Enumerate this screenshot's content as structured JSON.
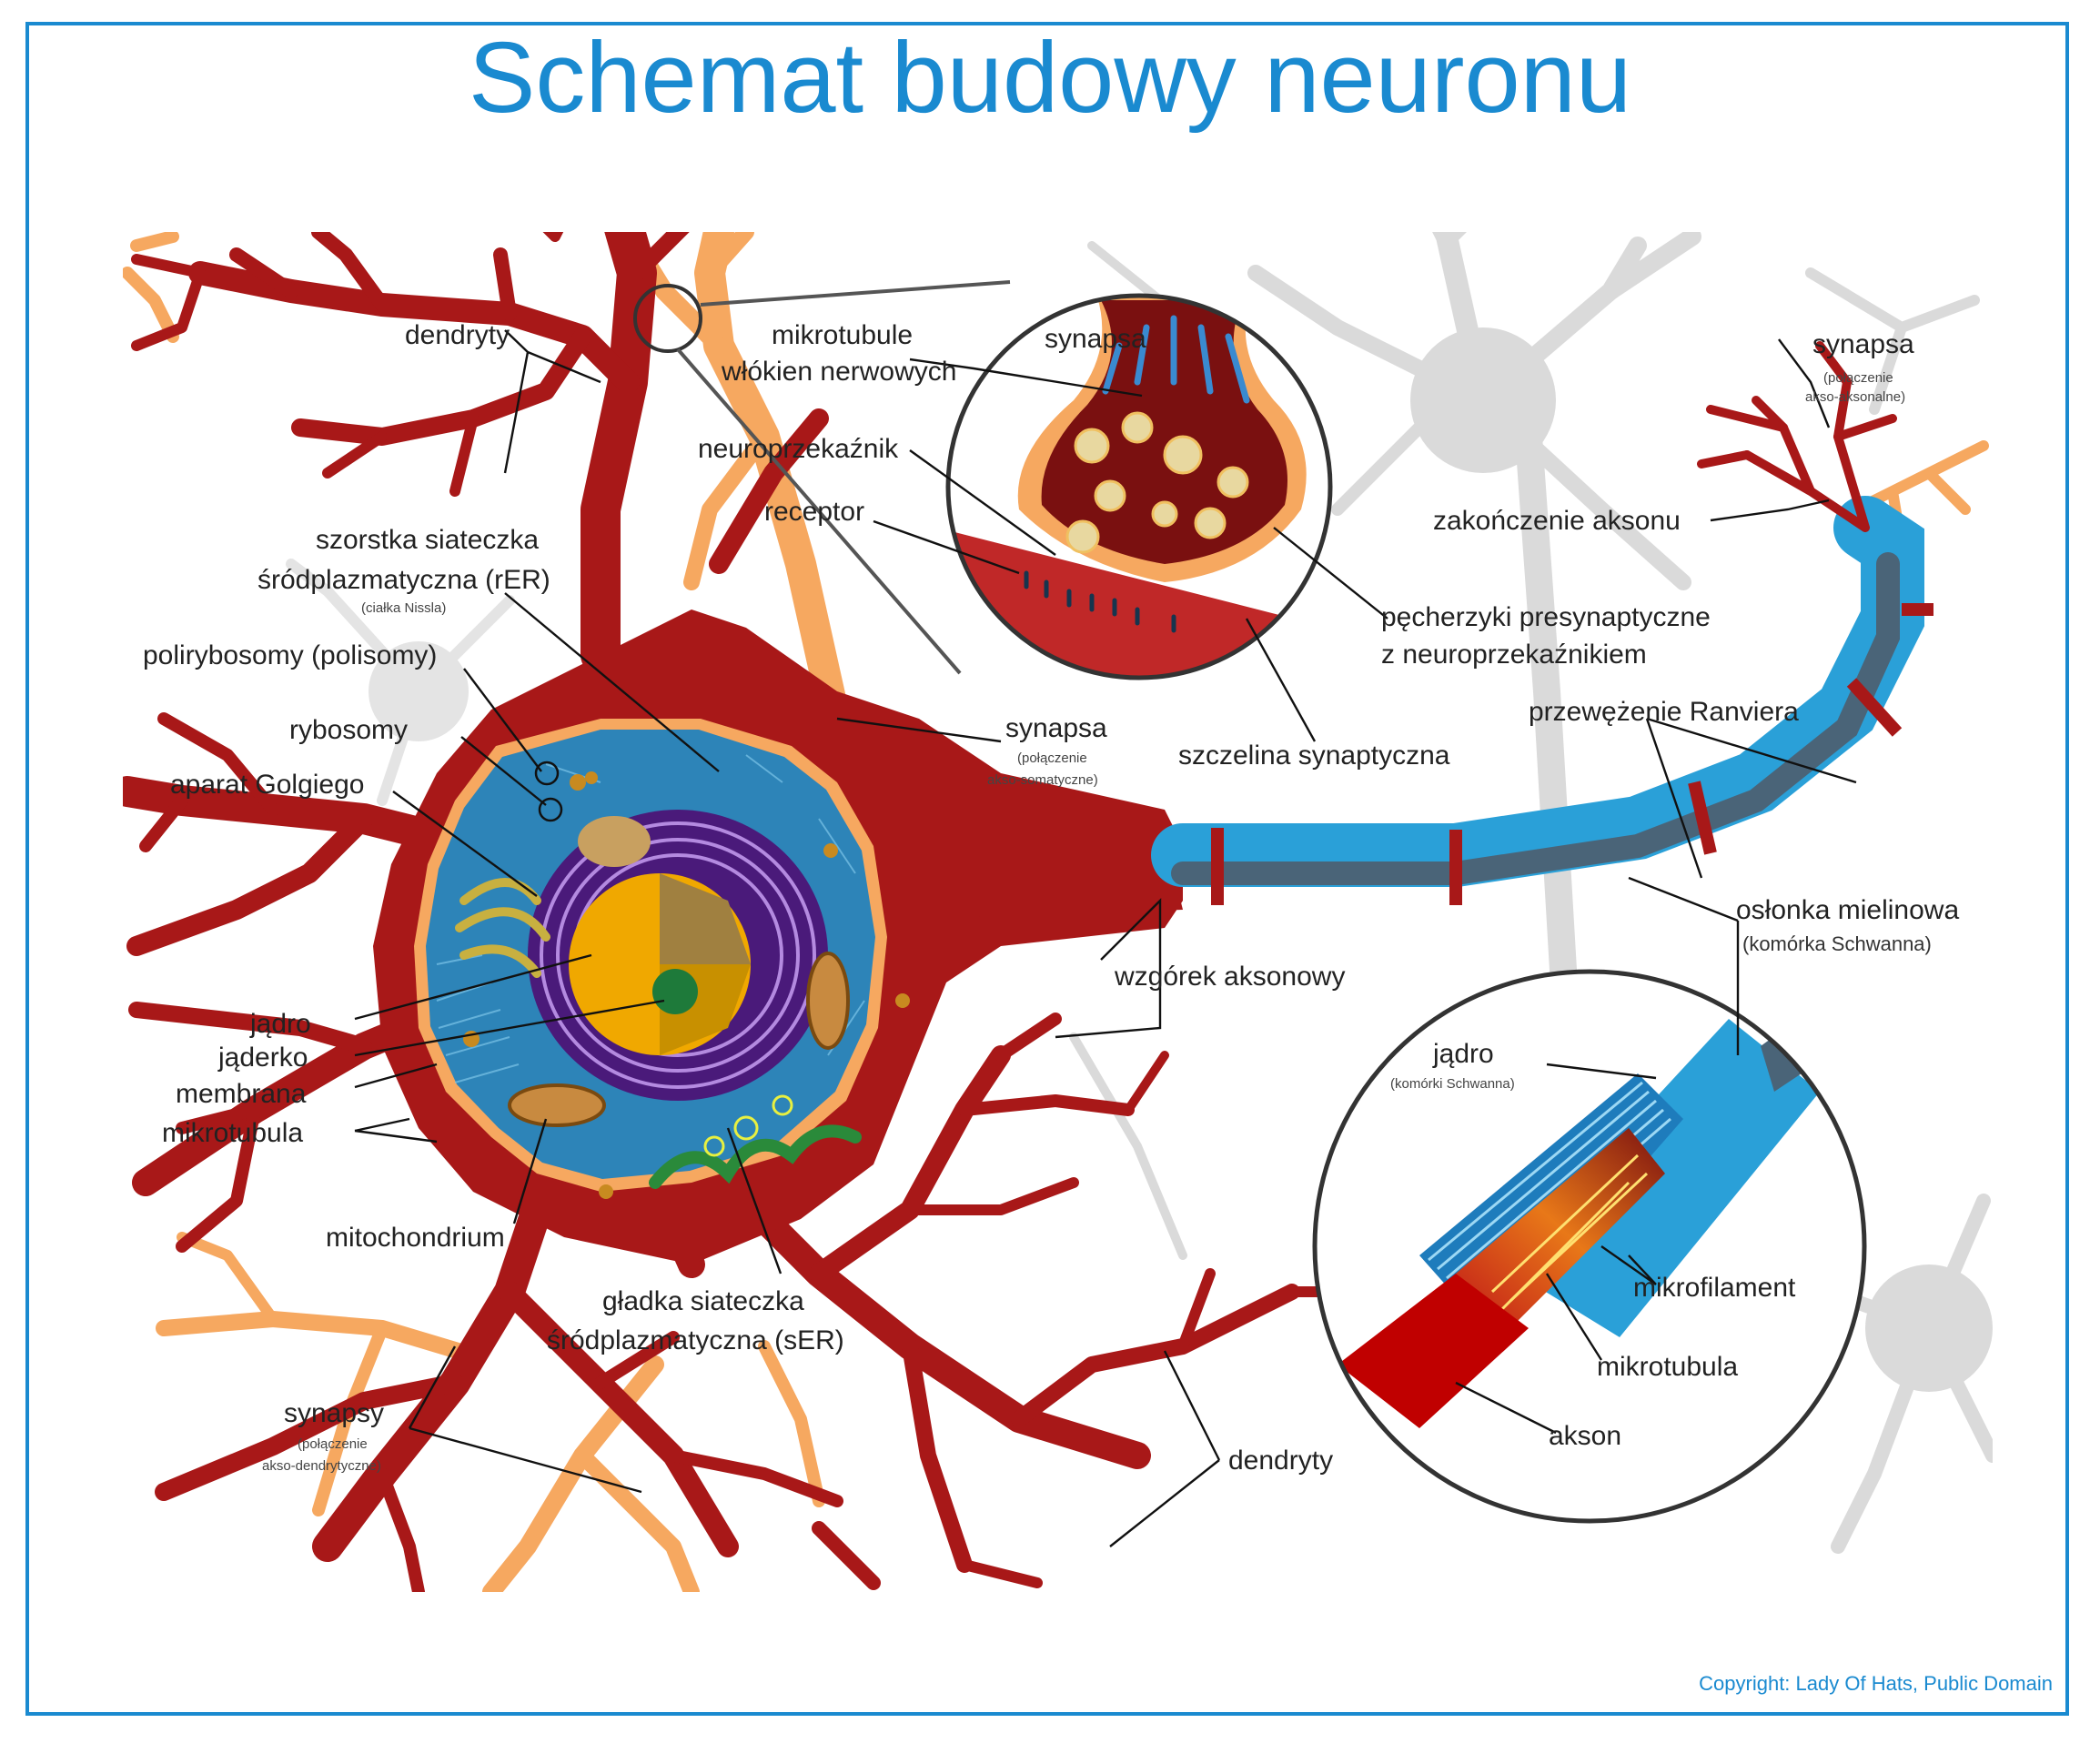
{
  "title": "Schemat budowy neuronu",
  "copyright": "Copyright: Lady Of Hats, Public Domain",
  "colors": {
    "accent": "#1a8ad0",
    "neuron": "#a81818",
    "presynaptic": "#f6a860",
    "myelin": "#2aa0d8",
    "axon_core": "#4a6478",
    "nucleus": "#f0a800",
    "rer": "#4a1a7a",
    "background_neurons": "#dcdcdc"
  },
  "labels": {
    "dendryty_top": "dendryty",
    "mikrotubule": "mikrotubule",
    "wlokien": "włókien nerwowych",
    "neuroprzekaznik": "neuroprzekaźnik",
    "receptor": "receptor",
    "synapsa_zoom": "synapsa",
    "synapsa_right": "synapsa",
    "synapsa_right_sub1": "(połączenie",
    "synapsa_right_sub2": "akso-aksonalne)",
    "zakonczenie": "zakończenie aksonu",
    "pecherzyki1": "pęcherzyki presynaptyczne",
    "pecherzyki2": "z neuroprzekaźnikiem",
    "szorstka1": "szorstka siateczka",
    "szorstka2": "śródplazmatyczna (rER)",
    "szorstka_sub": "(ciałka Nissla)",
    "polirybosomy": "polirybosomy (polisomy)",
    "rybosomy": "rybosomy",
    "golgi": "aparat Golgiego",
    "synapsa_soma": "synapsa",
    "synapsa_soma_sub1": "(połączenie",
    "synapsa_soma_sub2": "akso-somatyczne)",
    "szczelina": "szczelina synaptyczna",
    "przewezenie": "przewężenie Ranviera",
    "oslonka": "osłonka mielinowa",
    "oslonka_sub": "(komórka Schwanna)",
    "wzgorek": "wzgórek aksonowy",
    "jadro": "jądro",
    "jaderko": "jąderko",
    "membrana": "membrana",
    "mikrotubula": "mikrotubula",
    "jadro_schwann": "jądro",
    "jadro_schwann_sub": "(komórki Schwanna)",
    "mitochondrium": "mitochondrium",
    "gladka1": "gładka siateczka",
    "gladka2": "śródplazmatyczna (sER)",
    "mikrofilament": "mikrofilament",
    "mikrotubula_axon": "mikrotubula",
    "akson": "akson",
    "synapsy": "synapsy",
    "synapsy_sub1": "(połączenie",
    "synapsy_sub2": "akso-dendrytyczne)",
    "dendryty_bottom": "dendryty"
  }
}
